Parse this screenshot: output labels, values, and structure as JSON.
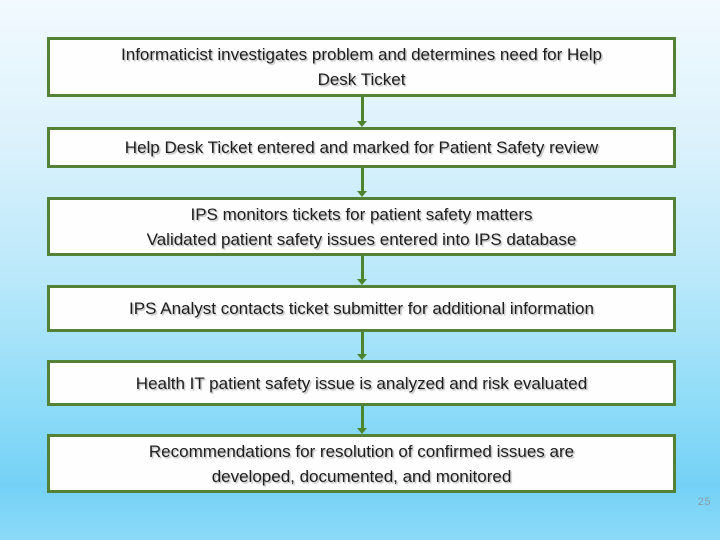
{
  "slide": {
    "flowchart": {
      "connector_icon": "down-arrow",
      "steps": [
        {
          "text": "Informaticist investigates problem and determines need for Help\nDesk Ticket"
        },
        {
          "text": "Help Desk Ticket entered and marked for Patient Safety review"
        },
        {
          "text": "IPS monitors tickets for patient safety matters\nValidated patient safety issues entered into IPS database"
        },
        {
          "text": "IPS Analyst contacts ticket submitter for additional information"
        },
        {
          "text": "Health IT patient safety issue is analyzed and risk evaluated"
        },
        {
          "text": "Recommendations for resolution of confirmed issues are\ndeveloped, documented, and monitored"
        }
      ]
    },
    "page_number": "25",
    "colors": {
      "background_top": "#f2fafe",
      "background_bottom": "#74d1f6",
      "box_fill": "#fefefe",
      "box_border": "#538135",
      "arrow": "#4e842e",
      "text": "#1d1d1d",
      "page_number_color": "#8a9aa1"
    }
  }
}
